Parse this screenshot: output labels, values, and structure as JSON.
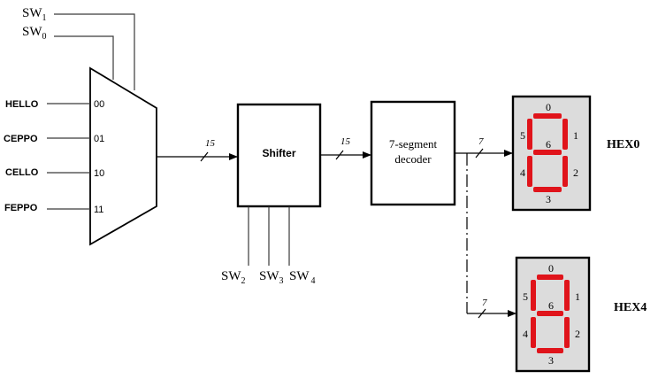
{
  "mux": {
    "select_inputs": [
      {
        "base": "SW",
        "sub": "1"
      },
      {
        "base": "SW",
        "sub": "0"
      }
    ],
    "inputs": [
      {
        "label": "HELLO",
        "code": "00"
      },
      {
        "label": "CEPPO",
        "code": "01"
      },
      {
        "label": "CELLO",
        "code": "10"
      },
      {
        "label": "FEPPO",
        "code": "11"
      }
    ],
    "bus_width": "15"
  },
  "shifter": {
    "label": "Shifter",
    "bus_width": "15",
    "controls": [
      {
        "base": "SW",
        "sub": "2"
      },
      {
        "base": "SW",
        "sub": "3"
      },
      {
        "base": "SW",
        "sub": "4"
      }
    ]
  },
  "decoder": {
    "label_line1": "7-segment",
    "label_line2": "decoder",
    "bus_width_top": "7",
    "bus_width_bottom": "7"
  },
  "displays": [
    {
      "name": "HEX0",
      "segments": [
        "0",
        "1",
        "2",
        "3",
        "4",
        "5",
        "6"
      ]
    },
    {
      "name": "HEX4",
      "segments": [
        "0",
        "1",
        "2",
        "3",
        "4",
        "5",
        "6"
      ]
    }
  ],
  "colors": {
    "segment": "#e0141b",
    "display_background": "#dcdcdc",
    "wire": "#3a3a3a"
  }
}
